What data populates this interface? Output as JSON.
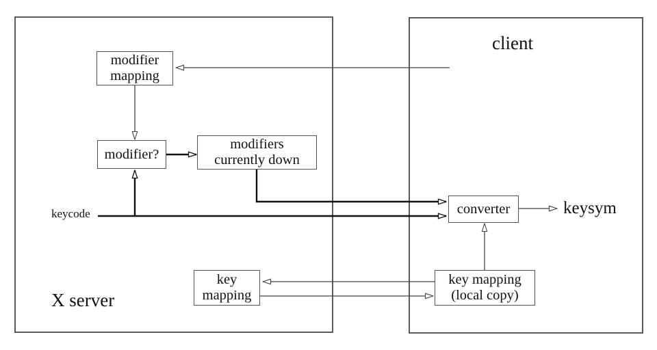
{
  "diagram": {
    "regions": {
      "server": {
        "label": "X server"
      },
      "client": {
        "label": "client"
      }
    },
    "nodes": {
      "modifier_mapping": {
        "label": "modifier\nmapping"
      },
      "modifier_check": {
        "label": "modifier?"
      },
      "modifiers_currently_down": {
        "label": "modifiers\ncurrently down"
      },
      "converter": {
        "label": "converter"
      },
      "key_mapping_server": {
        "label": "key\nmapping"
      },
      "key_mapping_local": {
        "label": "key mapping\n(local copy)"
      }
    },
    "io_labels": {
      "keycode": "keycode",
      "keysym": "keysym"
    },
    "edges": [
      {
        "from": "client",
        "to": "modifier_mapping",
        "style": "thin"
      },
      {
        "from": "modifier_mapping",
        "to": "modifier_check",
        "style": "thin"
      },
      {
        "from": "keycode",
        "to": "modifier_check",
        "style": "thick"
      },
      {
        "from": "modifier_check",
        "to": "modifiers_currently_down",
        "style": "thick"
      },
      {
        "from": "modifiers_currently_down",
        "to": "converter",
        "style": "thick"
      },
      {
        "from": "keycode",
        "to": "converter",
        "style": "thick"
      },
      {
        "from": "converter",
        "to": "keysym",
        "style": "thin"
      },
      {
        "from": "key_mapping_local",
        "to": "converter",
        "style": "thin"
      },
      {
        "from": "key_mapping_local",
        "to": "key_mapping_server",
        "style": "thin"
      },
      {
        "from": "key_mapping_server",
        "to": "key_mapping_local",
        "style": "thin"
      }
    ],
    "colors": {
      "background": "#ffffff",
      "region_border": "#5a5a5a",
      "node_border": "#555555",
      "thin_line": "#444444",
      "thick_line": "#111111",
      "text": "#111111"
    }
  }
}
